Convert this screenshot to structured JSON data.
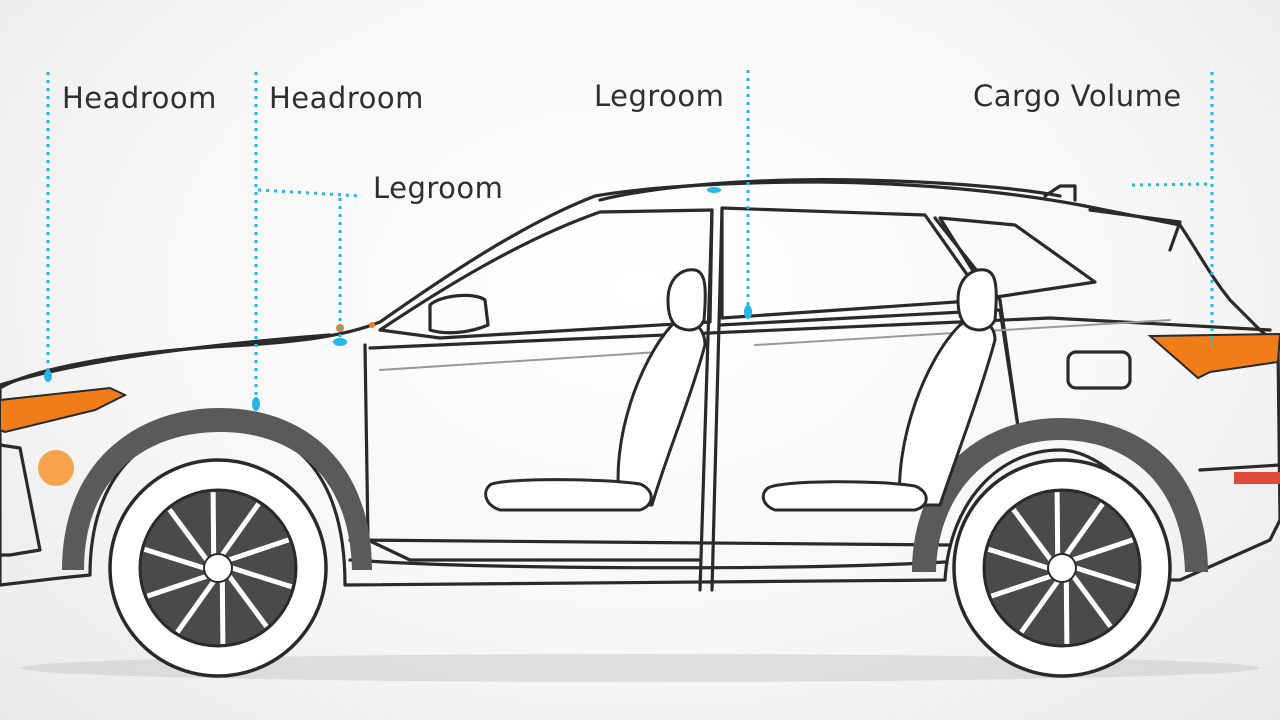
{
  "labels": {
    "headroom_front": "Headroom",
    "headroom_rear": "Headroom",
    "legroom_front": "Legroom",
    "legroom_rear": "Legroom",
    "cargo_volume": "Cargo Volume"
  },
  "colors": {
    "outline": "#2a2a2a",
    "leader": "#29b6e8",
    "accent": "#f07d1a",
    "wheel_dark": "#4a4a4a",
    "background": "#f5f5f5"
  },
  "icons": {
    "vehicle": "suv-side-view-outline"
  }
}
